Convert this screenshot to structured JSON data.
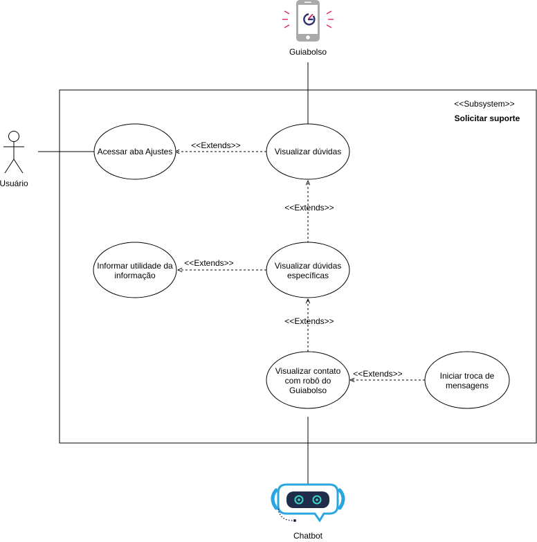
{
  "subsystem": {
    "stereotype": "<<Subsystem>>",
    "name": "Solicitar suporte"
  },
  "actors": {
    "usuario": {
      "label": "Usuário"
    },
    "guiabolso": {
      "label": "Guiabolso"
    },
    "chatbot": {
      "label": "Chatbot"
    }
  },
  "use_cases": {
    "acessar_ajustes": {
      "lines": [
        "Acessar aba Ajustes"
      ]
    },
    "visualizar_duvidas": {
      "lines": [
        "Visualizar dúvidas"
      ]
    },
    "informar_utilidade": {
      "lines": [
        "Informar utilidade da",
        "informação"
      ]
    },
    "visualizar_especificas": {
      "lines": [
        "Visualizar dúvidas",
        "específicas"
      ]
    },
    "visualizar_contato": {
      "lines": [
        "Visualizar contato",
        "com robô do",
        "Guiabolso"
      ]
    },
    "iniciar_troca": {
      "lines": [
        "Iniciar troca de",
        "mensagens"
      ]
    }
  },
  "relations": {
    "extends_label": "<<Extends>>"
  },
  "colors": {
    "line": "#000000",
    "phone_body": "#a9a9a9",
    "phone_screen": "#ffffff",
    "phone_rays": "#e0245e",
    "logo_dark": "#2a2f6b",
    "logo_accent": "#e0245e",
    "bot_dark": "#1f2d4a",
    "bot_blue": "#29a6e0",
    "bot_eye": "#3fd4c8"
  }
}
